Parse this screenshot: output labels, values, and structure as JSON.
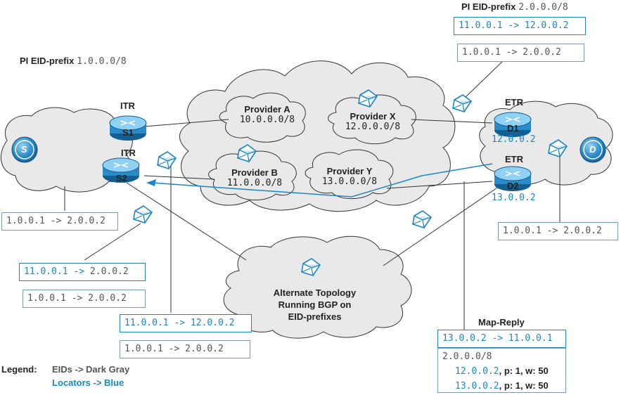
{
  "title_pi_left": {
    "label": "PI EID-prefix",
    "value": "1.0.0.0/8"
  },
  "title_pi_right": {
    "label": "PI EID-prefix",
    "value": "2.0.0.0/8"
  },
  "hosts": {
    "source": "S",
    "dest": "D"
  },
  "routers": {
    "s1": {
      "role": "ITR",
      "name": "S1"
    },
    "s2": {
      "role": "ITR",
      "name": "S2"
    },
    "d1": {
      "role": "ETR",
      "name": "D1",
      "rloc": "12.0.0.2"
    },
    "d2": {
      "role": "ETR",
      "name": "D2",
      "rloc": "13.0.0.2"
    }
  },
  "providers": [
    {
      "name": "Provider A",
      "prefix": "10.0.0.0/8"
    },
    {
      "name": "Provider X",
      "prefix": "12.0.0.0/8"
    },
    {
      "name": "Provider B",
      "prefix": "11.0.0.0/8"
    },
    {
      "name": "Provider Y",
      "prefix": "13.0.0.0/8"
    }
  ],
  "alt_topology": {
    "line1": "Alternate Topology",
    "line2": "Running BGP on",
    "line3": "EID-prefixes"
  },
  "packets": {
    "top_right_outer": "11.0.0.1 -> 12.0.0.2",
    "top_right_inner": "1.0.0.1 -> 2.0.0.2",
    "left_plain": "1.0.0.1 -> 2.0.0.2",
    "left_outer_src": "11.0.0.1 ->",
    "left_outer_dst": "2.0.0.2",
    "left_inner": "1.0.0.1 -> 2.0.0.2",
    "mid_outer": "11.0.0.1 -> 12.0.0.2",
    "mid_inner": "1.0.0.1 -> 2.0.0.2",
    "right_plain": "1.0.0.1 -> 2.0.0.2"
  },
  "map_reply": {
    "title": "Map-Reply",
    "header": "13.0.0.2 -> 11.0.0.1",
    "prefix": "2.0.0.0/8",
    "rows": [
      {
        "rloc": "12.0.0.2",
        "attrs": ", p: 1, w: 50"
      },
      {
        "rloc": "13.0.0.2",
        "attrs": ", p: 1, w: 50"
      }
    ]
  },
  "legend": {
    "label": "Legend:",
    "eids": "EIDs -> Dark Gray",
    "locators": "Locators -> Blue"
  },
  "colors": {
    "eid": "#555555",
    "locator": "#1b86c3",
    "cloud": "#e9e9e9",
    "router": "#2a8bc9"
  }
}
